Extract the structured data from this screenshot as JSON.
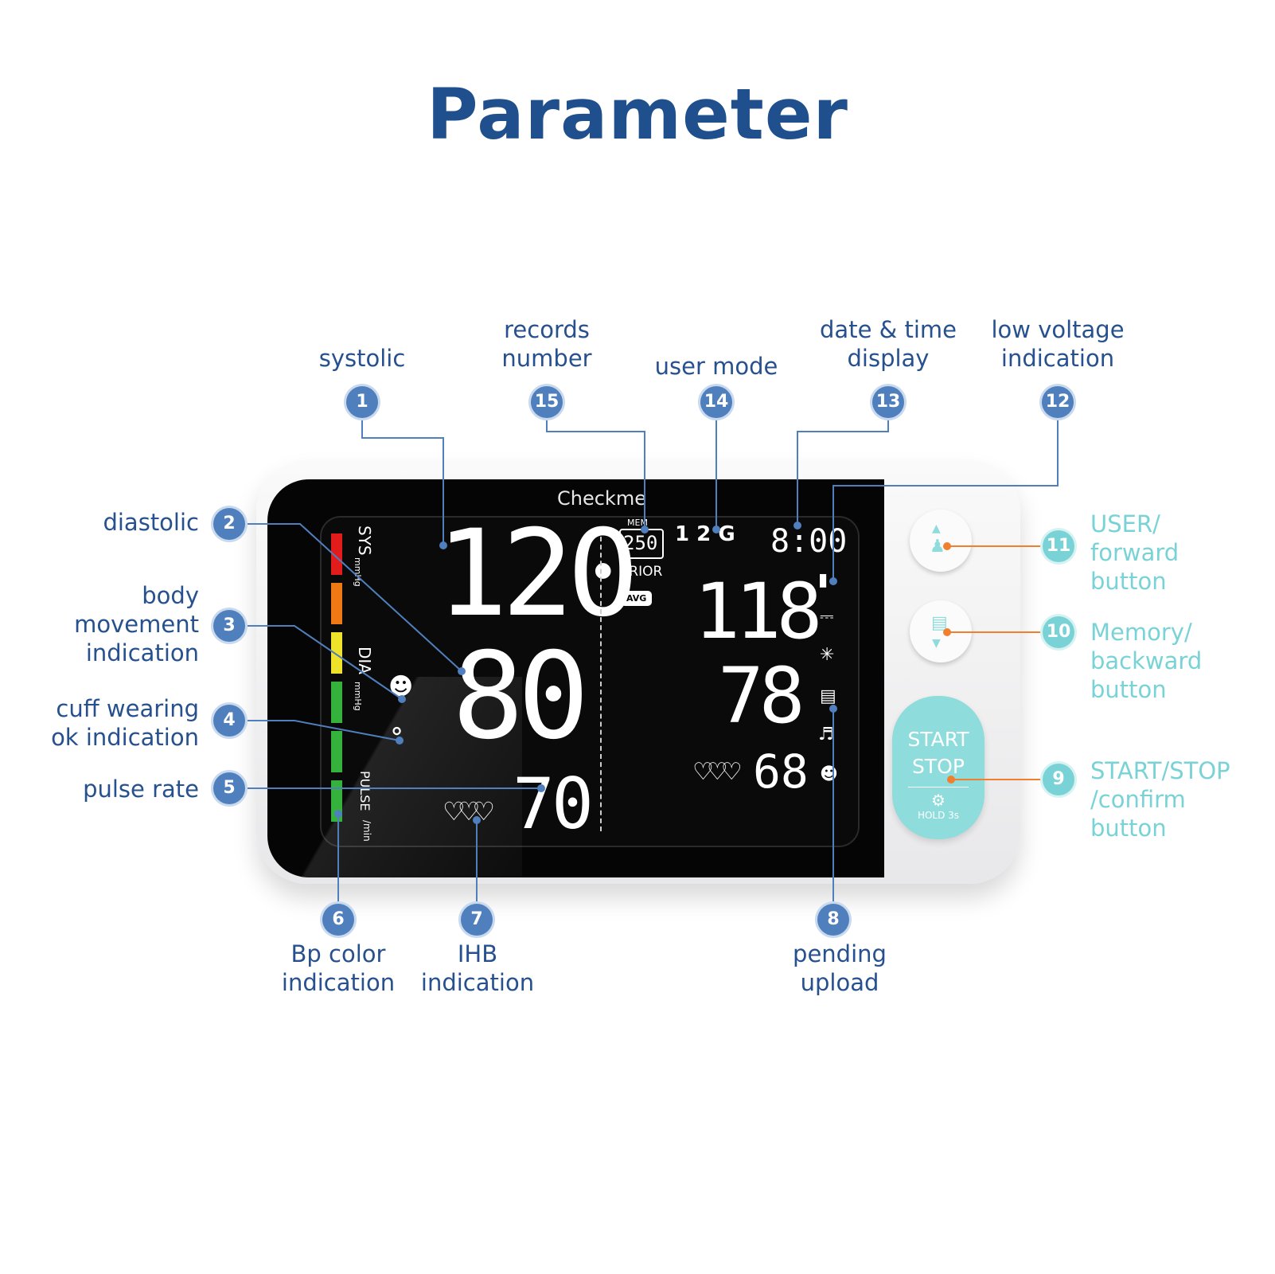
{
  "title": "Parameter",
  "brand": "Checkme",
  "display": {
    "systolic": "120",
    "diastolic": "80",
    "pulse": "70",
    "sys_label": "SYS",
    "dia_label": "DIA",
    "pulse_label": "PULSE",
    "mmhg_label": "mmHg",
    "min_label": "/min",
    "mem_label": "MEM",
    "records": "250",
    "prior_label": "PRIOR",
    "avg_label": "AVG",
    "users": [
      "1",
      "2",
      "G"
    ],
    "time": "8:00",
    "secondary_sys": "118",
    "secondary_dia": "78",
    "secondary_pulse": "68"
  },
  "buttons": {
    "start": "START",
    "stop": "STOP",
    "hold": "HOLD 3s"
  },
  "bp_colors": [
    "#e21b1b",
    "#ef7a14",
    "#efe22a",
    "#35b23c",
    "#35b23c",
    "#35b23c"
  ],
  "callouts": [
    {
      "n": "1",
      "text": "systolic"
    },
    {
      "n": "2",
      "text": "diastolic"
    },
    {
      "n": "3",
      "text": "body\nmovement\nindication"
    },
    {
      "n": "4",
      "text": "cuff wearing\nok indication"
    },
    {
      "n": "5",
      "text": "pulse rate"
    },
    {
      "n": "6",
      "text": "Bp color\nindication"
    },
    {
      "n": "7",
      "text": "IHB\nindication"
    },
    {
      "n": "8",
      "text": "pending\nupload"
    },
    {
      "n": "9",
      "text": "START/STOP\n/confirm\nbutton"
    },
    {
      "n": "10",
      "text": "Memory/\nbackward\nbutton"
    },
    {
      "n": "11",
      "text": "USER/\nforward\nbutton"
    },
    {
      "n": "12",
      "text": "low voltage\nindication"
    },
    {
      "n": "13",
      "text": "date & time\ndisplay"
    },
    {
      "n": "14",
      "text": "user mode"
    },
    {
      "n": "15",
      "text": "records\nnumber"
    }
  ]
}
